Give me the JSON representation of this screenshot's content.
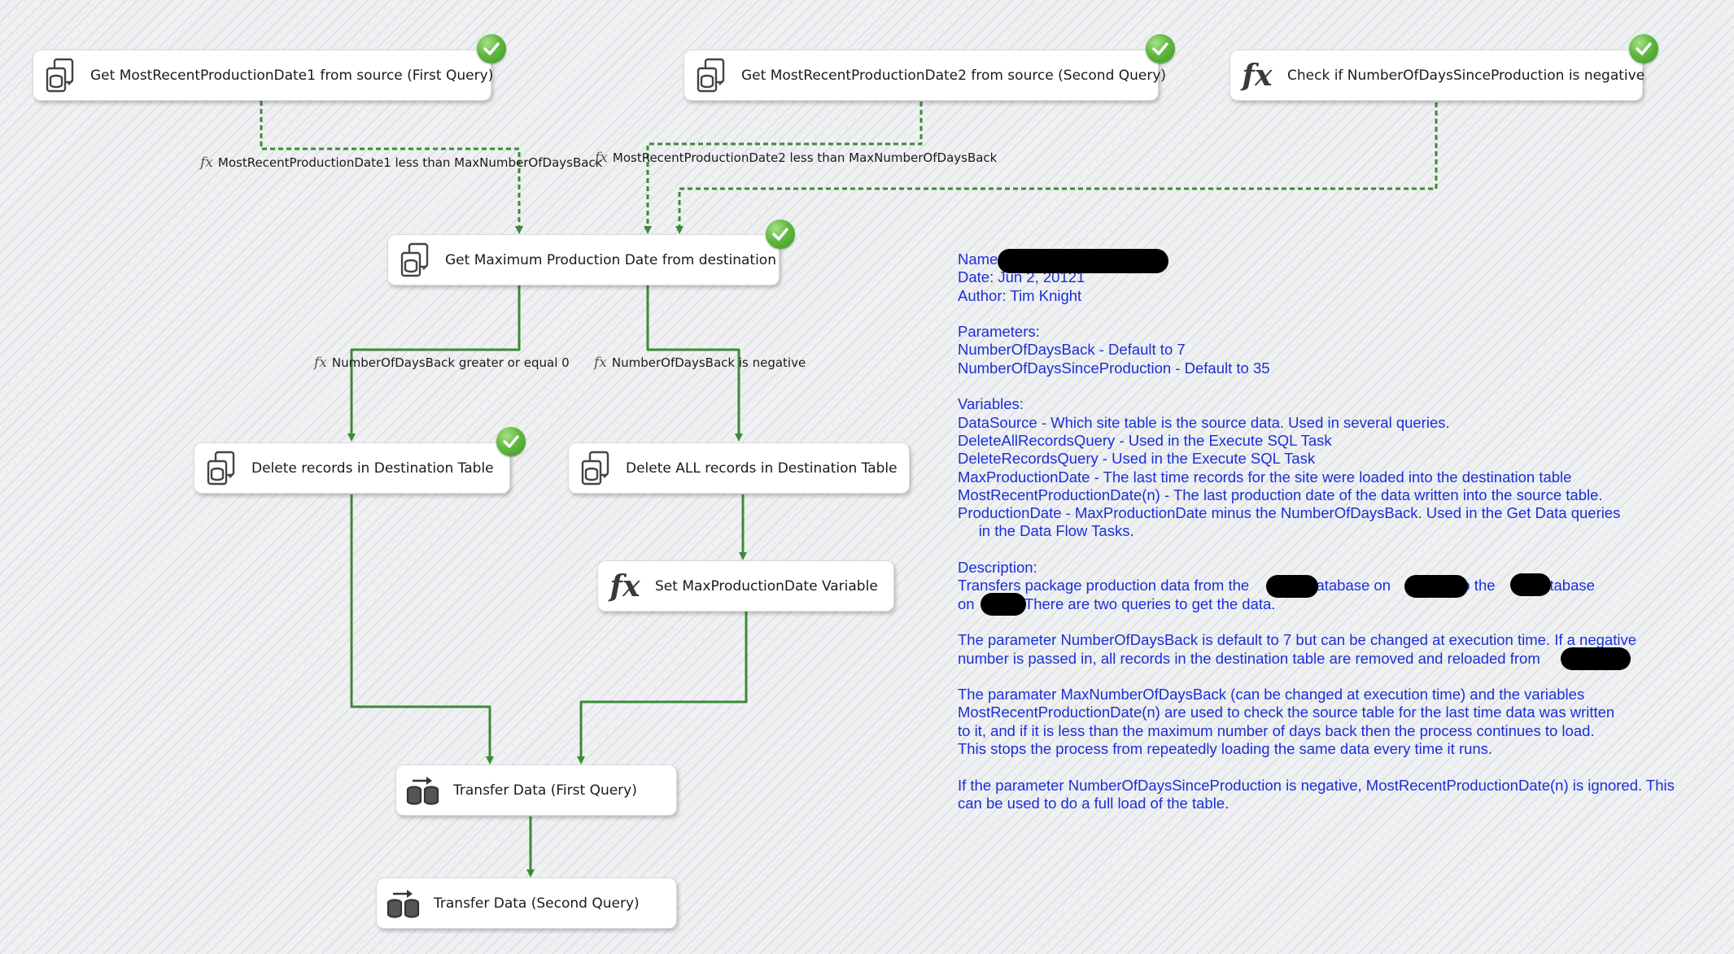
{
  "tasks": {
    "get_date1": "Get MostRecentProductionDate1 from source (First Query)",
    "get_date2": "Get MostRecentProductionDate2 from source (Second Query)",
    "check_negative": "Check if NumberOfDaysSinceProduction is negative",
    "get_max_date": "Get Maximum Production Date from destination",
    "delete_records": "Delete records in Destination Table",
    "delete_all_records": "Delete ALL records in Destination Table",
    "set_max_date": "Set MaxProductionDate Variable",
    "transfer_first": "Transfer Data (First Query)",
    "transfer_second": "Transfer Data (Second Query)"
  },
  "constraints": {
    "date1_less": "MostRecentProductionDate1 less than MaxNumberOfDaysBack",
    "date2_less": "MostRecentProductionDate2 less than MaxNumberOfDaysBack",
    "days_ge_zero": "NumberOfDaysBack greater or equal 0",
    "days_negative": "NumberOfDaysBack is negative"
  },
  "fx_symbol": "fx",
  "colors": {
    "success_path": "#3a8c33",
    "success_check": "#5fb83e",
    "annotation_text": "#1a2fd6"
  },
  "icons": {
    "sql_task": "database-task-icon",
    "expression_task": "fx-expression-icon",
    "data_flow_task": "data-flow-icon",
    "success": "checkmark-icon"
  },
  "annotation": {
    "lines": [
      "Name",
      "Date: Jun 2, 20121",
      "Author: Tim Knight",
      "",
      "Parameters:",
      "NumberOfDaysBack - Default to 7",
      "NumberOfDaysSinceProduction - Default to 35",
      "",
      "Variables:",
      "DataSource - Which site table is the source data. Used in several queries.",
      "DeleteAllRecordsQuery - Used in the Execute SQL Task",
      "DeleteRecordsQuery - Used in the Execute SQL Task",
      "MaxProductionDate - The last time records for the site were loaded into the destination table",
      "MostRecentProductionDate(n) - The last production date of the data written into the source table.",
      "ProductionDate - MaxProductionDate minus the NumberOfDaysBack. Used in the Get Data queries",
      "     in the Data Flow Tasks.",
      "",
      "Description:",
      "Transfers package production data from the              database on                to the         database",
      "on          . There are two queries to get the data.",
      "",
      "The parameter NumberOfDaysBack is default to 7 but can be changed at execution time. If a negative",
      "number is passed in, all records in the destination table are removed and reloaded from              .",
      "",
      "The paramater MaxNumberOfDaysBack (can be changed at execution time) and the variables",
      "MostRecentProductionDate(n) are used to check the source table for the last time data was written",
      "to it, and if it is less than the maximum number of days back then the process continues to load.",
      "This stops the process from repeatedly loading the same data every time it runs.",
      "",
      "If the parameter NumberOfDaysSinceProduction is negative, MostRecentProductionDate(n) is ignored. This",
      "can be used to do a full load of the table."
    ]
  }
}
